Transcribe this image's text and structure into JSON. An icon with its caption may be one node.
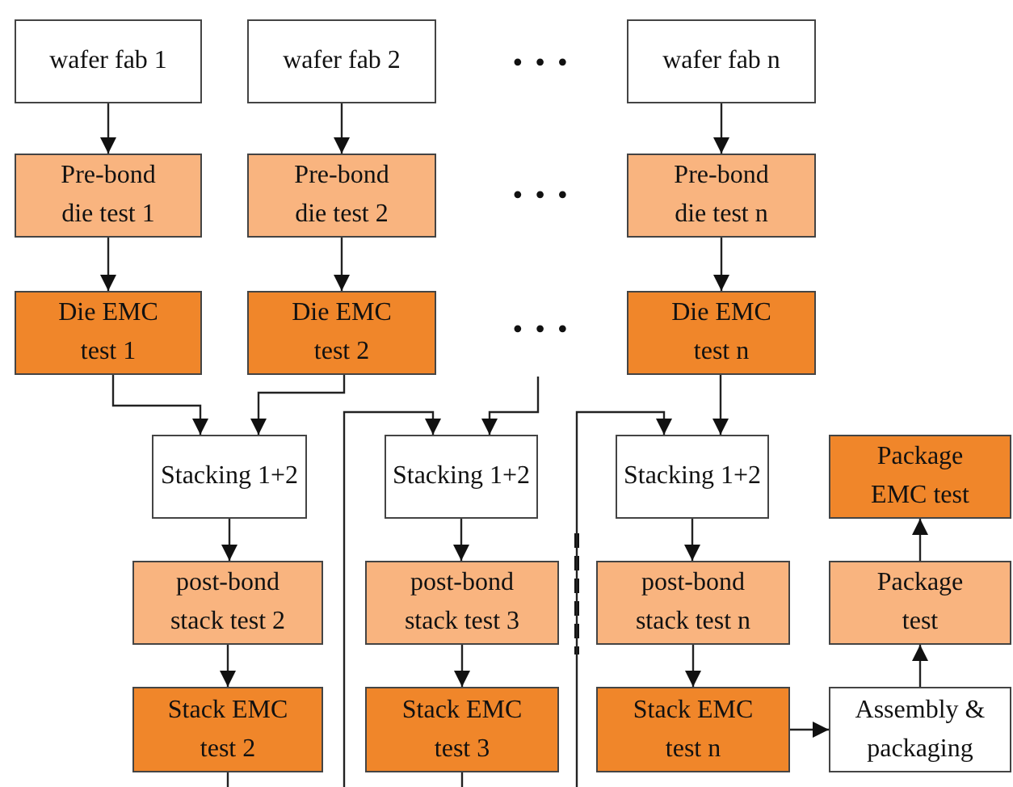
{
  "diagram": {
    "nodes": [
      {
        "text": [
          "wafer fab 1"
        ]
      },
      {
        "text": [
          "wafer fab 2"
        ]
      },
      {
        "text": [
          "wafer fab n"
        ]
      },
      {
        "text": [
          "Pre-bond die test 1"
        ]
      },
      {
        "text": [
          "Pre-bond die test 2"
        ]
      },
      {
        "text": [
          "Pre-bond die test n"
        ]
      },
      {
        "text": [
          "Die EMC test 1"
        ]
      },
      {
        "text": [
          "Die EMC test 2"
        ]
      },
      {
        "text": [
          "Die EMC test n"
        ]
      },
      {
        "text": [
          "Stacking 1+2"
        ]
      },
      {
        "text": [
          "Stacking 1+2"
        ]
      },
      {
        "text": [
          "Stacking 1+2"
        ]
      },
      {
        "text": [
          "Package EMC test"
        ]
      },
      {
        "text": [
          "post-bond stack test 2"
        ]
      },
      {
        "text": [
          "post-bond stack test 3"
        ]
      },
      {
        "text": [
          "post-bond stack test n"
        ]
      },
      {
        "text": [
          "Package test"
        ]
      },
      {
        "text": [
          "Stack EMC test 2"
        ]
      },
      {
        "text": [
          "Stack EMC test 3"
        ]
      },
      {
        "text": [
          "Stack EMC test n"
        ]
      },
      {
        "text": [
          "Assembly & packaging"
        ]
      }
    ],
    "edges": [
      {
        "from": 0,
        "to": 3,
        "arrow": "to"
      },
      {
        "from": 1,
        "to": 4,
        "arrow": "to"
      },
      {
        "from": 2,
        "to": 5,
        "arrow": "to"
      },
      {
        "from": 3,
        "to": 6,
        "arrow": "to"
      },
      {
        "from": 4,
        "to": 7,
        "arrow": "to"
      },
      {
        "from": 5,
        "to": 8,
        "arrow": "to"
      },
      {
        "from": 6,
        "to": 9,
        "arrow": "to"
      },
      {
        "from": 7,
        "to": 9,
        "arrow": "to"
      },
      {
        "from": null,
        "to": 10,
        "arrow": "to"
      },
      {
        "from": 8,
        "to": 11,
        "arrow": "to"
      },
      {
        "from": 9,
        "to": 13,
        "arrow": "to"
      },
      {
        "from": 10,
        "to": 14,
        "arrow": "to"
      },
      {
        "from": 11,
        "to": 15,
        "arrow": "to"
      },
      {
        "from": 13,
        "to": 17,
        "arrow": "to"
      },
      {
        "from": 14,
        "to": 18,
        "arrow": "to"
      },
      {
        "from": 15,
        "to": 19,
        "arrow": "to"
      },
      {
        "from": 17,
        "to": null,
        "arrow": "none"
      },
      {
        "from": 18,
        "to": null,
        "arrow": "none"
      },
      {
        "from": null,
        "to": 10,
        "arrow": "to"
      },
      {
        "from": null,
        "to": 11,
        "arrow": "to"
      },
      {
        "from": 19,
        "to": 20,
        "arrow": "to"
      },
      {
        "from": 20,
        "to": 16,
        "arrow": "to"
      },
      {
        "from": 16,
        "to": 12,
        "arrow": "to"
      }
    ],
    "labels": [
      "•••",
      "•••",
      "•••"
    ]
  }
}
